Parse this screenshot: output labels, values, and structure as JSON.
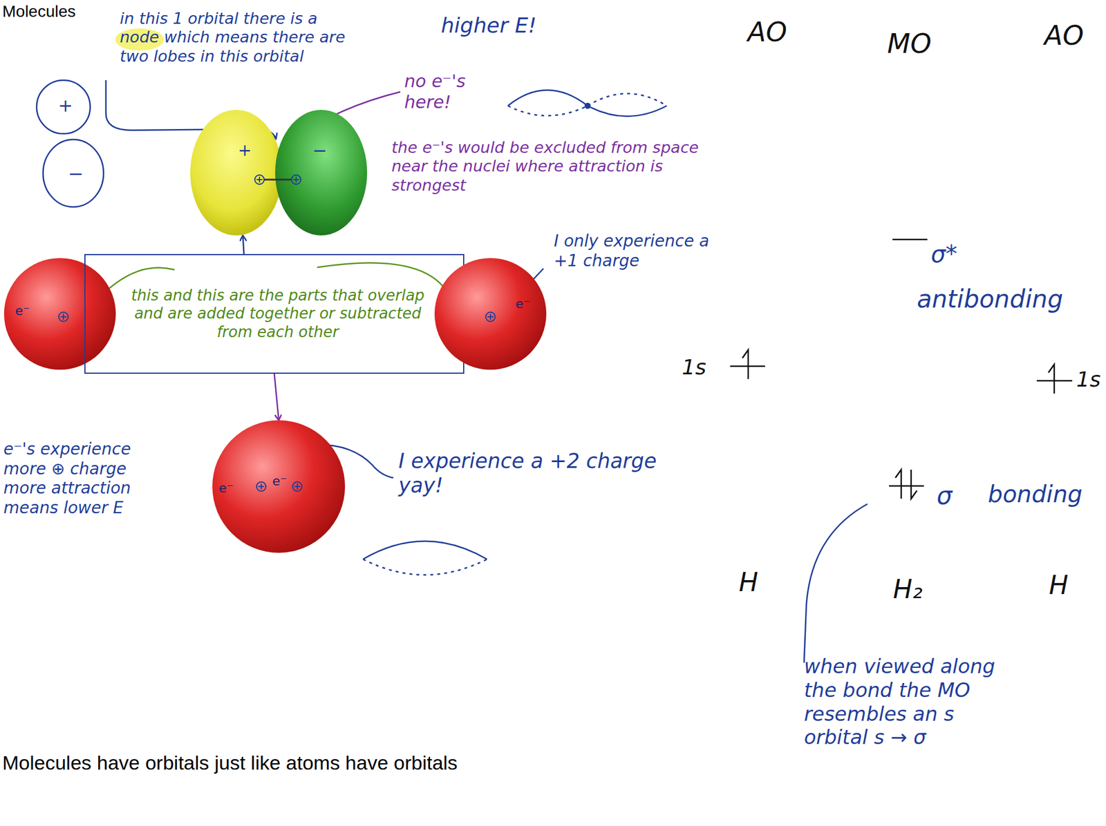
{
  "diagram": {
    "title": "Molecules",
    "caption": "Molecules have orbitals just like atoms have orbitals",
    "nodes": [
      {
        "text": [
          "+",
          "−"
        ]
      },
      {
        "text": [
          "e⁻"
        ]
      },
      {
        "text": [
          "this and this are the parts that overlap and are added together or subtracted from each other"
        ]
      },
      {
        "text": [
          "e⁻"
        ]
      },
      {
        "text": [
          "e⁻",
          "e⁻"
        ]
      }
    ],
    "edges": [
      {
        "from": 2,
        "to": 0,
        "arrow": "to"
      },
      {
        "from": 2,
        "to": 4,
        "arrow": "to"
      }
    ],
    "labels": [
      "in this 1 orbital there is a node which means there are two lobes in this orbital",
      "higher E!",
      "+",
      "−",
      "no e⁻'s here!",
      "the e⁻'s would be excluded from space near the nuclei where attraction is strongest",
      "I only experience a +1 charge",
      "e⁻'s experience more ⊕ charge more attraction means lower E",
      "I experience a +2 charge yay!",
      "AO",
      "MO",
      "AO",
      "σ*",
      "antibonding",
      "1s",
      "1s",
      "σ",
      "bonding",
      "H",
      "H₂",
      "H",
      "when viewed along the bond the MO resembles an s orbital s → σ"
    ]
  }
}
